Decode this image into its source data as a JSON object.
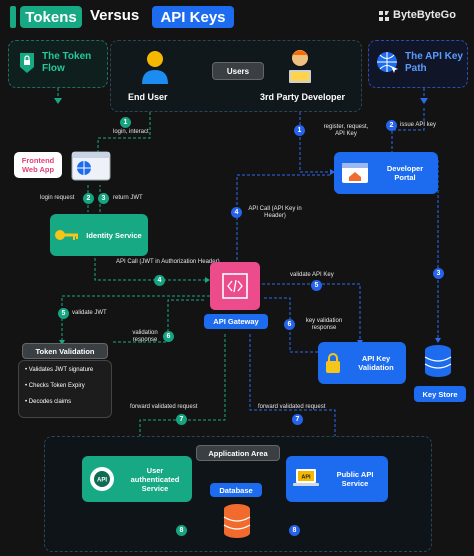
{
  "header": {
    "title_tokens": "Tokens",
    "title_versus": "Versus",
    "title_apikeys": "API Keys",
    "brand": "ByteByteGo"
  },
  "flows": {
    "token_flow": "The Token Flow",
    "apikey_path": "The API Key Path"
  },
  "users": {
    "group_label": "Users",
    "end_user": "End User",
    "third_party": "3rd Party Developer"
  },
  "components": {
    "frontend": "Frontend Web App",
    "identity": "Identity Service",
    "developer_portal": "Developer Portal",
    "api_gateway": "API Gateway",
    "token_validation": "Token Validation",
    "api_key_validation": "API Key Validation",
    "key_store": "Key Store",
    "application_area": "Application Area",
    "user_auth_service": "User authenticated Service",
    "public_api_service": "Public API Service",
    "database": "Database"
  },
  "token_checks": [
    "Validates JWT signature",
    "Checks Token Expiry",
    "Decodes claims"
  ],
  "steps": {
    "s1_token": "login, interact",
    "s2": "login request",
    "s3": "return JWT",
    "s4_token": "API Call (JWT in Authorization Header)",
    "s5_token": "validate JWT",
    "s6_token": "validation response",
    "s7": "forward validated request",
    "s1_key": "register, request, API Key",
    "s2_key": "issue API key",
    "s3_key": "",
    "s4_key": "API Call (API Key in Header)",
    "s5_key": "validate API Key",
    "s6_key": "key validation response"
  },
  "step_numbers": {
    "n1": "1",
    "n2": "2",
    "n3": "3",
    "n4": "4",
    "n5": "5",
    "n6": "6",
    "n7": "7",
    "n8": "8"
  },
  "colors": {
    "green": "#17a884",
    "blue": "#1d6cf0",
    "orange": "#f26b2e"
  },
  "icons": [
    "user-icon",
    "developer-icon",
    "browser-icon",
    "key-icon",
    "portal-icon",
    "gateway-icon",
    "lock-icon",
    "database-icon",
    "api-cloud-icon",
    "api-laptop-icon",
    "brand-icon",
    "lock-shield-icon",
    "globe-cursor-icon"
  ]
}
